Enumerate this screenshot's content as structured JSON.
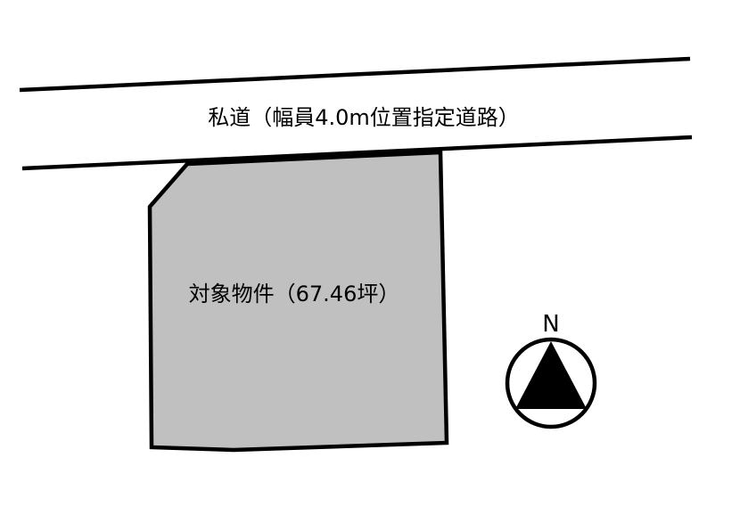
{
  "road": {
    "label": "私道（幅員4.0m位置指定道路）"
  },
  "parcel": {
    "label": "対象物件（67.46坪）",
    "fill_color": "#c0c0c0"
  },
  "compass": {
    "north_label": "N"
  },
  "colors": {
    "line": "#000000",
    "background": "#ffffff"
  }
}
